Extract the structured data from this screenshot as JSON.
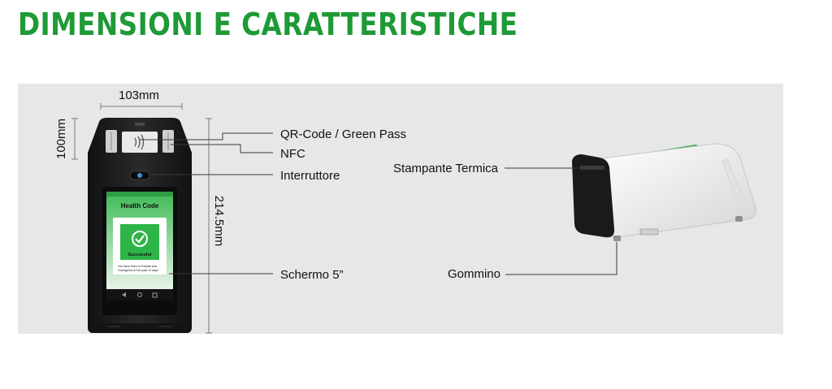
{
  "page": {
    "title": "DIMENSIONI E CARATTERISTICHE"
  },
  "dimensions": {
    "width": "103mm",
    "depth": "100mm",
    "height": "214.5mm"
  },
  "callouts": {
    "qr_code": "QR-Code / Green Pass",
    "nfc": "NFC",
    "switch": "Interruttore",
    "screen": "Schermo 5”",
    "printer": "Stampante Termica",
    "rubber_foot": "Gommino"
  },
  "screen_content": {
    "header": "Health Code",
    "status": "Successful",
    "message_line1": "You have been to Foshan and",
    "message_line2": "Guangzhou in the past 14 days"
  },
  "colors": {
    "title": "#1e9a36",
    "panel": "#e7e7e7",
    "device_body": "#1c1c1e",
    "screen_green": "#2fb44a"
  },
  "icons": {
    "nfc": "nfc-contactless-icon",
    "status": "check-circle-icon"
  }
}
